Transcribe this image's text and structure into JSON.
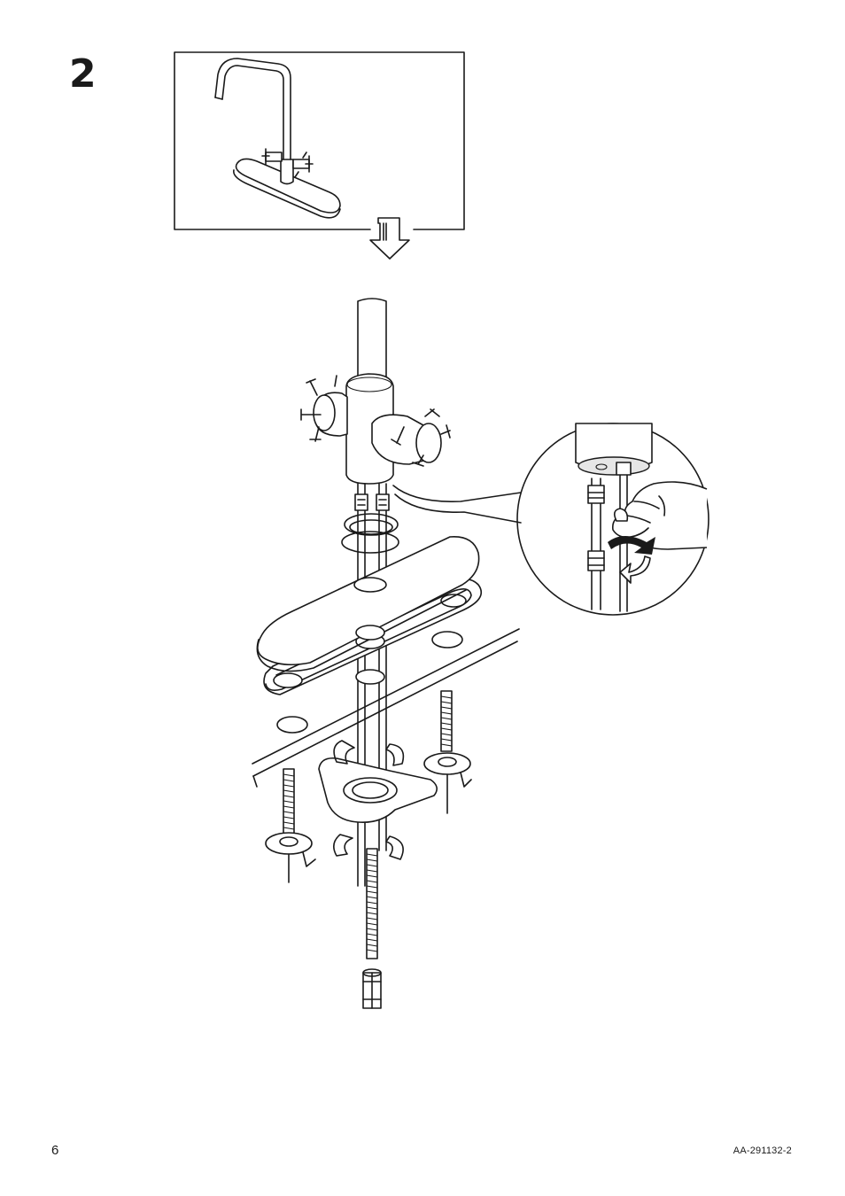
{
  "page": {
    "step_number": "2",
    "page_number": "6",
    "article_code": "AA-291132-2"
  },
  "icons": {
    "arrow": "hollow-down-arrow-icon",
    "rotate": "rotate-clockwise-arrow-icon",
    "hand": "hand-icon"
  }
}
